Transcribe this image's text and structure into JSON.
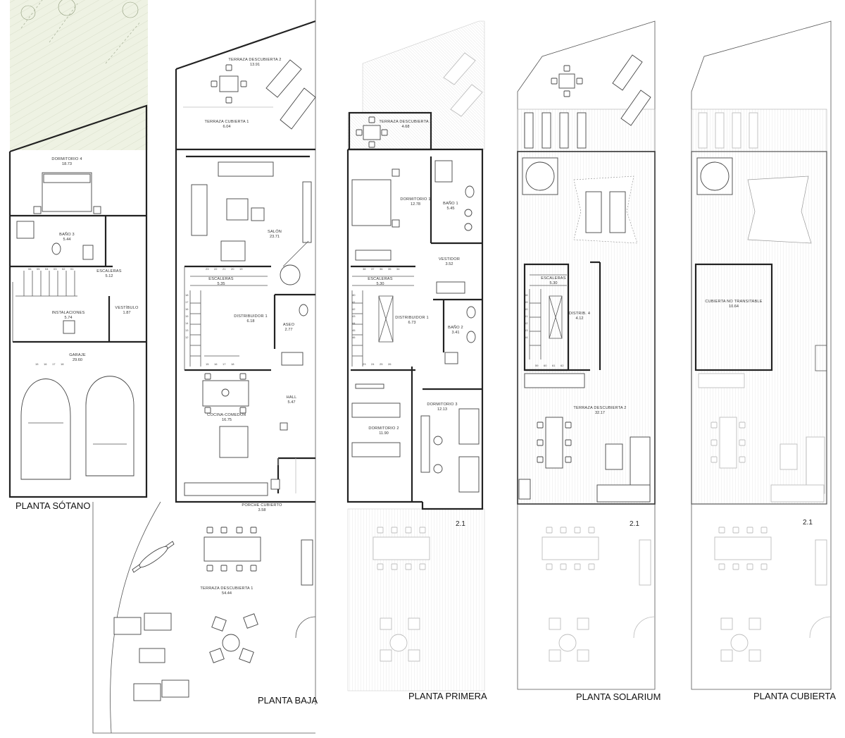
{
  "plans": [
    {
      "title": "PLANTA SÓTANO",
      "rooms": [
        {
          "name": "DORMITORIO 4",
          "area": "18.73"
        },
        {
          "name": "BAÑO 3",
          "area": "5.44"
        },
        {
          "name": "ESCALERAS",
          "area": "5.12"
        },
        {
          "name": "INSTALACIONES",
          "area": "5.74"
        },
        {
          "name": "VESTÍBULO",
          "area": "1.87"
        },
        {
          "name": "GARAJE",
          "area": "29.60"
        }
      ]
    },
    {
      "title": "PLANTA BAJA",
      "rooms": [
        {
          "name": "TERRAZA DESCUBIERTA 2",
          "area": "13.91"
        },
        {
          "name": "TERRAZA CUBIERTA 1",
          "area": "6.04"
        },
        {
          "name": "SALÓN",
          "area": "23.71"
        },
        {
          "name": "ESCALERAS",
          "area": "5.35"
        },
        {
          "name": "DISTRIBUIDOR 1",
          "area": "6.18"
        },
        {
          "name": "ASEO",
          "area": "2.77"
        },
        {
          "name": "HALL",
          "area": "5.47"
        },
        {
          "name": "COCINA-COMEDOR",
          "area": "16.75"
        },
        {
          "name": "PORCHE CUBIERTO",
          "area": "3.58"
        },
        {
          "name": "TERRAZA DESCUBIERTA 1",
          "area": "54.44"
        }
      ]
    },
    {
      "title": "PLANTA PRIMERA",
      "tag": "2.1",
      "rooms": [
        {
          "name": "TERRAZA DESCUBIERTA 2",
          "area": "4.68"
        },
        {
          "name": "DORMITORIO 1",
          "area": "12.78"
        },
        {
          "name": "BAÑO 1",
          "area": "5.45"
        },
        {
          "name": "VESTIDOR",
          "area": "3.52"
        },
        {
          "name": "ESCALERAS",
          "area": "5.30"
        },
        {
          "name": "DISTRIBUIDOR 1",
          "area": "6.73"
        },
        {
          "name": "BAÑO 2",
          "area": "3.41"
        },
        {
          "name": "DORMITORIO 2",
          "area": "11.90"
        },
        {
          "name": "DORMITORIO 3",
          "area": "12.13"
        }
      ]
    },
    {
      "title": "PLANTA SOLARIUM",
      "tag": "2.1",
      "rooms": [
        {
          "name": "ESCALERAS",
          "area": "5.30"
        },
        {
          "name": "DISTRIB. 4",
          "area": "4.12"
        },
        {
          "name": "TERRAZA DESCUBIERTA 2",
          "area": "32.17"
        }
      ]
    },
    {
      "title": "PLANTA CUBIERTA",
      "tag": "2.1",
      "rooms": [
        {
          "name": "CUBIERTA NO TRANSITABLE",
          "area": "10.64"
        }
      ]
    }
  ],
  "stair_steps": {
    "sotano_top": [
      "06",
      "05",
      "04",
      "03",
      "02",
      "01"
    ],
    "sotano_bottom": [
      "15",
      "16",
      "17",
      "18"
    ],
    "baja_top": [
      "23",
      "22",
      "21",
      "20",
      "19"
    ],
    "baja_left": [
      "18",
      "17",
      "16",
      "15",
      "14",
      "13",
      "12"
    ],
    "baja_bottom": [
      "15",
      "16",
      "17",
      "18"
    ],
    "primera_top": [
      "38",
      "37",
      "36",
      "35",
      "34"
    ],
    "primera_left": [
      "40",
      "41",
      "42",
      "43",
      "44",
      "45",
      "46"
    ],
    "primera_bottom": [
      "23",
      "24",
      "25",
      "26"
    ],
    "solarium_left": [
      "48",
      "49",
      "50",
      "51",
      "52",
      "53",
      "54"
    ],
    "solarium_bottom": [
      "59",
      "60",
      "61",
      "62"
    ]
  }
}
